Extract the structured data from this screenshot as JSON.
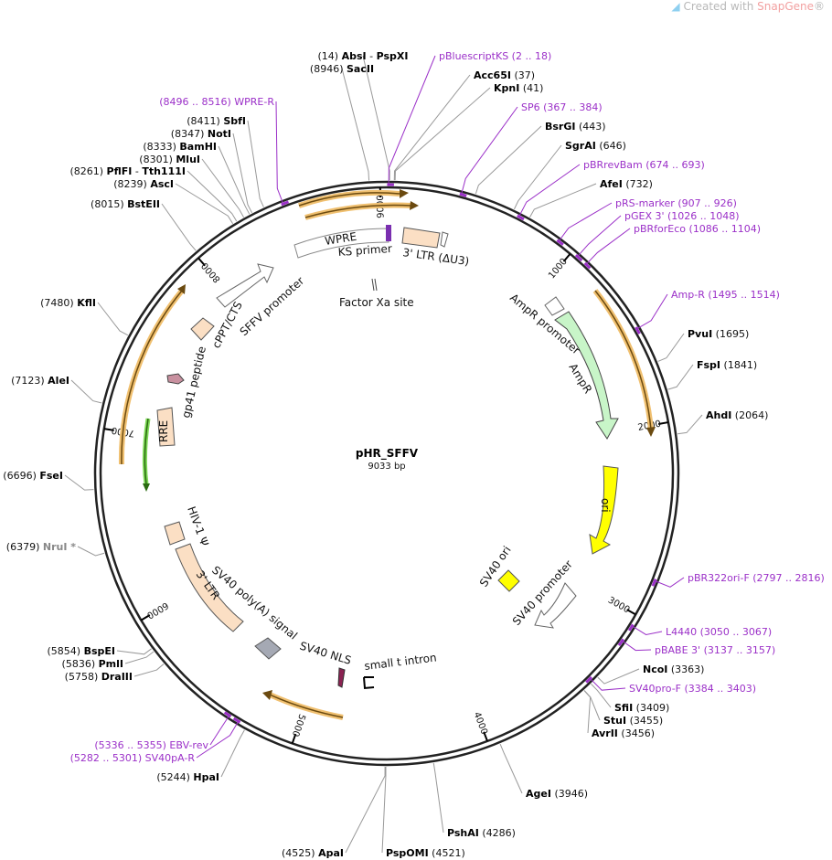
{
  "watermark": {
    "prefix": "Created with ",
    "brand": "SnapGene",
    "suffix": "®"
  },
  "plasmid": {
    "name": "pHR_SFFV",
    "length": "9033 bp",
    "length_bp": 9033
  },
  "ticks": [
    {
      "label": "1000",
      "pos": 1000
    },
    {
      "label": "2000",
      "pos": 2000
    },
    {
      "label": "3000",
      "pos": 3000
    },
    {
      "label": "4000",
      "pos": 4000
    },
    {
      "label": "5000",
      "pos": 5000
    },
    {
      "label": "6000",
      "pos": 6000
    },
    {
      "label": "7000",
      "pos": 7000
    },
    {
      "label": "8000",
      "pos": 8000
    },
    {
      "label": "9000",
      "pos": 9000
    }
  ],
  "sites": [
    {
      "pos": 14,
      "label": "(14)",
      "parts": [
        [
          "AbsI",
          "b"
        ],
        [
          " - ",
          "n"
        ],
        [
          "PspXI",
          "b"
        ]
      ]
    },
    {
      "pos": 8946,
      "label": "(8946)",
      "parts": [
        [
          "SacII",
          "b"
        ]
      ]
    },
    {
      "pos": 37,
      "label": "(37)",
      "parts": [
        [
          "Acc65I",
          "b"
        ]
      ]
    },
    {
      "pos": 41,
      "label": "(41)",
      "parts": [
        [
          "KpnI",
          "b"
        ]
      ]
    },
    {
      "pos": 443,
      "label": "(443)",
      "parts": [
        [
          "BsrGI",
          "b"
        ]
      ]
    },
    {
      "pos": 646,
      "label": "(646)",
      "parts": [
        [
          "SgrAI",
          "b"
        ]
      ]
    },
    {
      "pos": 732,
      "label": "(732)",
      "parts": [
        [
          "AfeI",
          "b"
        ]
      ]
    },
    {
      "pos": 1695,
      "label": "(1695)",
      "parts": [
        [
          "PvuI",
          "b"
        ]
      ]
    },
    {
      "pos": 1841,
      "label": "(1841)",
      "parts": [
        [
          "FspI",
          "b"
        ]
      ]
    },
    {
      "pos": 2064,
      "label": "(2064)",
      "parts": [
        [
          "AhdI",
          "b"
        ]
      ]
    },
    {
      "pos": 3363,
      "label": "(3363)",
      "parts": [
        [
          "NcoI",
          "b"
        ]
      ]
    },
    {
      "pos": 3409,
      "label": "(3409)",
      "parts": [
        [
          "SfiI",
          "b"
        ]
      ]
    },
    {
      "pos": 3455,
      "label": "(3455)",
      "parts": [
        [
          "StuI",
          "b"
        ]
      ]
    },
    {
      "pos": 3456,
      "label": "(3456)",
      "parts": [
        [
          "AvrII",
          "b"
        ]
      ]
    },
    {
      "pos": 3946,
      "label": "(3946)",
      "parts": [
        [
          "AgeI",
          "b"
        ]
      ]
    },
    {
      "pos": 4286,
      "label": "(4286)",
      "parts": [
        [
          "PshAI",
          "b"
        ]
      ]
    },
    {
      "pos": 4521,
      "label": "(4521)",
      "parts": [
        [
          "PspOMI",
          "b"
        ]
      ]
    },
    {
      "pos": 4525,
      "label": "(4525)",
      "parts": [
        [
          "ApaI",
          "b"
        ]
      ]
    },
    {
      "pos": 5244,
      "label": "(5244)",
      "parts": [
        [
          "HpaI",
          "b"
        ]
      ]
    },
    {
      "pos": 5758,
      "label": "(5758)",
      "parts": [
        [
          "DraIII",
          "b"
        ]
      ]
    },
    {
      "pos": 5836,
      "label": "(5836)",
      "parts": [
        [
          "PmlI",
          "b"
        ]
      ]
    },
    {
      "pos": 5854,
      "label": "(5854)",
      "parts": [
        [
          "BspEI",
          "b"
        ]
      ]
    },
    {
      "pos": 6379,
      "label": "(6379)",
      "parts": [
        [
          "NruI *",
          "g"
        ]
      ]
    },
    {
      "pos": 6696,
      "label": "(6696)",
      "parts": [
        [
          "FseI",
          "b"
        ]
      ]
    },
    {
      "pos": 7123,
      "label": "(7123)",
      "parts": [
        [
          "AleI",
          "b"
        ]
      ]
    },
    {
      "pos": 7480,
      "label": "(7480)",
      "parts": [
        [
          "KflI",
          "b"
        ]
      ]
    },
    {
      "pos": 8015,
      "label": "(8015)",
      "parts": [
        [
          "BstEII",
          "b"
        ]
      ]
    },
    {
      "pos": 8239,
      "label": "(8239)",
      "parts": [
        [
          "AscI",
          "b"
        ]
      ]
    },
    {
      "pos": 8261,
      "label": "(8261)",
      "parts": [
        [
          "PflFI",
          "b"
        ],
        [
          " - ",
          "n"
        ],
        [
          "Tth111I",
          "b"
        ]
      ]
    },
    {
      "pos": 8301,
      "label": "(8301)",
      "parts": [
        [
          "MluI",
          "b"
        ]
      ]
    },
    {
      "pos": 8333,
      "label": "(8333)",
      "parts": [
        [
          "BamHI",
          "b"
        ]
      ]
    },
    {
      "pos": 8347,
      "label": "(8347)",
      "parts": [
        [
          "NotI",
          "b"
        ]
      ]
    },
    {
      "pos": 8411,
      "label": "(8411)",
      "parts": [
        [
          "SbfI",
          "b"
        ]
      ]
    }
  ],
  "primers": [
    {
      "name": "pBluescriptKS",
      "range": "(2 .. 18)",
      "start": 2,
      "end": 18
    },
    {
      "name": "SP6",
      "range": "(367 .. 384)",
      "start": 367,
      "end": 384
    },
    {
      "name": "pBRrevBam",
      "range": "(674 .. 693)",
      "start": 674,
      "end": 693
    },
    {
      "name": "pRS-marker",
      "range": "(907 .. 926)",
      "start": 907,
      "end": 926
    },
    {
      "name": "pGEX 3'",
      "range": "(1026 .. 1048)",
      "start": 1026,
      "end": 1048
    },
    {
      "name": "pBRforEco",
      "range": "(1086 .. 1104)",
      "start": 1086,
      "end": 1104
    },
    {
      "name": "Amp-R",
      "range": "(1495 .. 1514)",
      "start": 1495,
      "end": 1514
    },
    {
      "name": "pBR322ori-F",
      "range": "(2797 .. 2816)",
      "start": 2797,
      "end": 2816
    },
    {
      "name": "L4440",
      "range": "(3050 .. 3067)",
      "start": 3050,
      "end": 3067
    },
    {
      "name": "pBABE 3'",
      "range": "(3137 .. 3157)",
      "start": 3137,
      "end": 3157
    },
    {
      "name": "SV40pro-F",
      "range": "(3384 .. 3403)",
      "start": 3384,
      "end": 3403
    },
    {
      "name": "EBV-rev",
      "range": "(5336 .. 5355)",
      "start": 5336,
      "end": 5355
    },
    {
      "name": "SV40pA-R",
      "range": "(5282 .. 5301)",
      "start": 5282,
      "end": 5301
    },
    {
      "name": "WPRE-R",
      "range": "(8496 .. 8516)",
      "start": 8496,
      "end": 8516
    }
  ],
  "features": [
    {
      "label": "WPRE"
    },
    {
      "label": "KS primer"
    },
    {
      "label": "3' LTR (ΔU3)"
    },
    {
      "label": "Factor Xa site"
    },
    {
      "label": "AmpR promoter"
    },
    {
      "label": "AmpR"
    },
    {
      "label": "ori"
    },
    {
      "label": "SV40 ori"
    },
    {
      "label": "SV40 promoter"
    },
    {
      "label": "small t intron"
    },
    {
      "label": "SV40 NLS"
    },
    {
      "label": "SV40 poly(A) signal"
    },
    {
      "label": "3' LTR"
    },
    {
      "label": "HIV-1 Ψ"
    },
    {
      "label": "RRE"
    },
    {
      "label": "gp41 peptide"
    },
    {
      "label": "cPPT/CTS"
    },
    {
      "label": "SFFV promoter"
    }
  ],
  "colors": {
    "primer": "#9b30c8",
    "orf_fill": "#f6d5a2",
    "orf_stroke": "#e8a531",
    "ampr": "#c8f5c8",
    "ori": "#ffff00",
    "ltr": "#fbdfc4",
    "polyA": "#a5a9b4"
  }
}
